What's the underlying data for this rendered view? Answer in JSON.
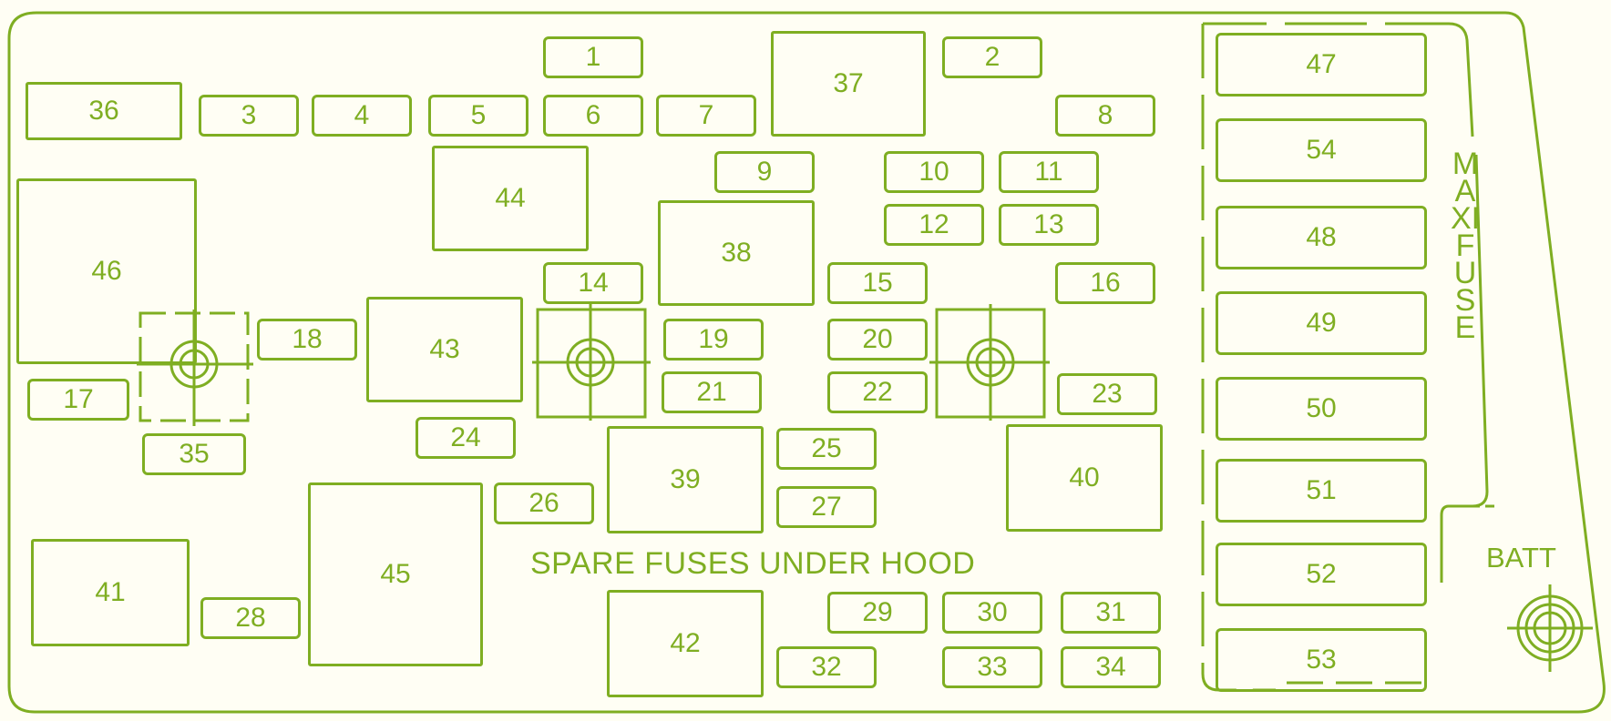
{
  "diagram": {
    "spare_label": "SPARE FUSES UNDER HOOD",
    "batt_label": "BATT",
    "maxi_label": "MAXIFUSE",
    "line_color": "#7fae22",
    "background_color": "#fffef4",
    "fuses": {
      "f1": "1",
      "f2": "2",
      "f3": "3",
      "f4": "4",
      "f5": "5",
      "f6": "6",
      "f7": "7",
      "f8": "8",
      "f9": "9",
      "f10": "10",
      "f11": "11",
      "f12": "12",
      "f13": "13",
      "f14": "14",
      "f15": "15",
      "f16": "16",
      "f17": "17",
      "f18": "18",
      "f19": "19",
      "f20": "20",
      "f21": "21",
      "f22": "22",
      "f23": "23",
      "f24": "24",
      "f25": "25",
      "f26": "26",
      "f27": "27",
      "f28": "28",
      "f29": "29",
      "f30": "30",
      "f31": "31",
      "f32": "32",
      "f33": "33",
      "f34": "34",
      "f35": "35"
    },
    "relays": {
      "r36": "36",
      "r37": "37",
      "r38": "38",
      "r39": "39",
      "r40": "40",
      "r41": "41",
      "r42": "42",
      "r43": "43",
      "r44": "44",
      "r45": "45",
      "r46": "46"
    },
    "maxifuses": {
      "m47": "47",
      "m54": "54",
      "m48": "48",
      "m49": "49",
      "m50": "50",
      "m51": "51",
      "m52": "52",
      "m53": "53"
    }
  }
}
